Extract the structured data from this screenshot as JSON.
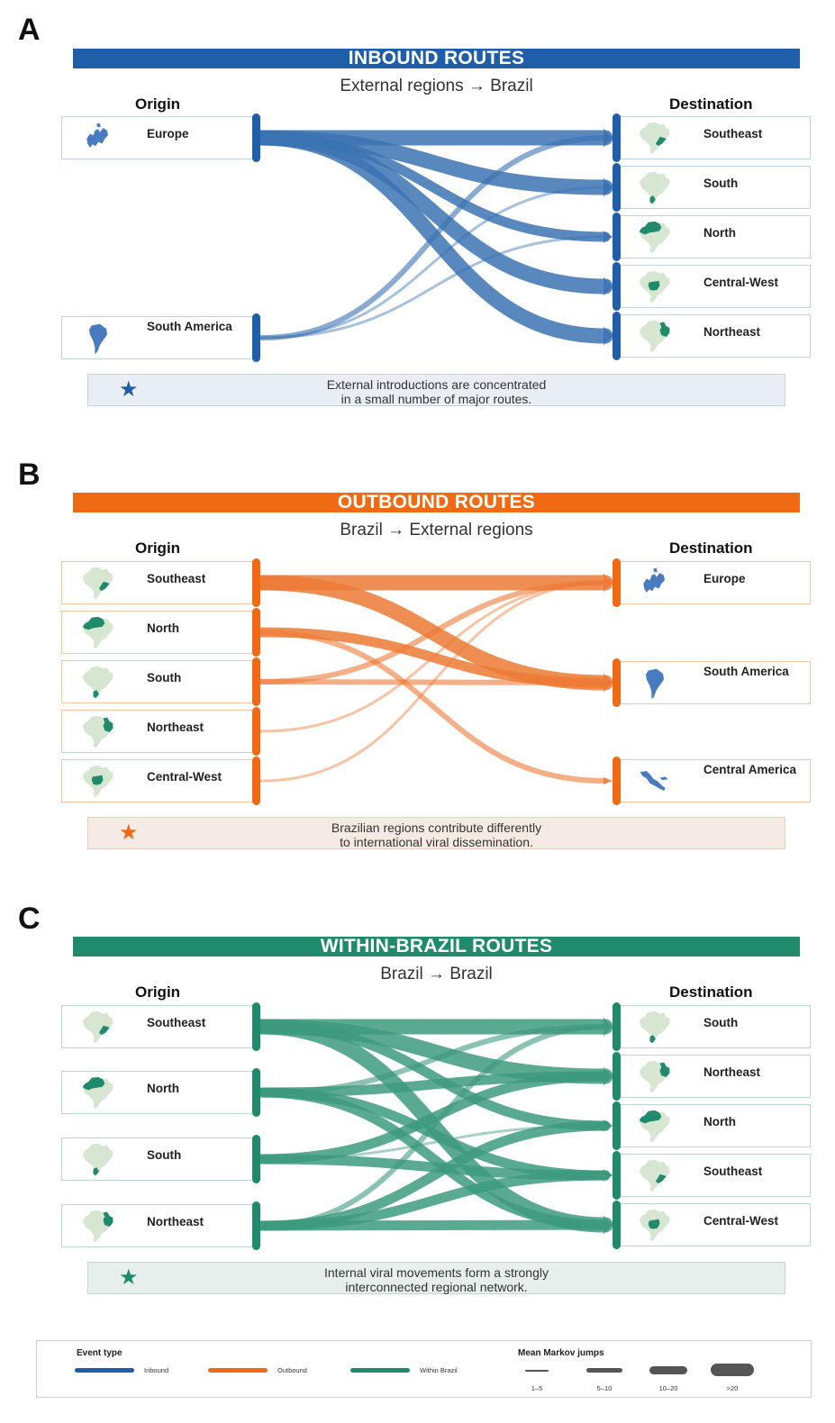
{
  "colors": {
    "inbound": "#1f5ea8",
    "inbound_flow": "#3b73b2",
    "outbound": "#ef6a13",
    "outbound_flow": "#ec7a35",
    "within": "#1f8a6c",
    "within_flow": "#3d9a7e",
    "map_light": "#d7e6d1",
    "map_dark": "#1f8a6c",
    "map_blue": "#4a7bc0"
  },
  "column_headers": {
    "origin": "Origin",
    "destination": "Destination"
  },
  "panels": [
    {
      "letter": "A",
      "banner": "INBOUND ROUTES",
      "subtitle": "External regions → Brazil",
      "origins": [
        {
          "label": "Europe",
          "icon": "europe-map-icon"
        },
        {
          "label": "South America",
          "icon": "south-america-map-icon"
        }
      ],
      "destinations": [
        {
          "label": "Southeast",
          "icon": "brazil-southeast-map-icon"
        },
        {
          "label": "South",
          "icon": "brazil-south-map-icon"
        },
        {
          "label": "North",
          "icon": "brazil-north-map-icon"
        },
        {
          "label": "Central-West",
          "icon": "brazil-central-west-map-icon"
        },
        {
          "label": "Northeast",
          "icon": "brazil-northeast-map-icon"
        }
      ],
      "routes": [
        {
          "from": "Europe",
          "to": "Southeast",
          "jumps": ">20"
        },
        {
          "from": "Europe",
          "to": "South",
          "jumps": ">20"
        },
        {
          "from": "Europe",
          "to": "North",
          "jumps": "10–20"
        },
        {
          "from": "Europe",
          "to": "Central-West",
          "jumps": ">20"
        },
        {
          "from": "Europe",
          "to": "Northeast",
          "jumps": ">20"
        },
        {
          "from": "South America",
          "to": "Southeast",
          "jumps": "5–10"
        },
        {
          "from": "South America",
          "to": "South",
          "jumps": "1–5"
        },
        {
          "from": "South America",
          "to": "North",
          "jumps": "1–5"
        }
      ],
      "note": "External introductions are concentrated\nin a small number of major routes."
    },
    {
      "letter": "B",
      "banner": "OUTBOUND ROUTES",
      "subtitle": "Brazil → External regions",
      "origins": [
        {
          "label": "Southeast",
          "icon": "brazil-southeast-map-icon"
        },
        {
          "label": "North",
          "icon": "brazil-north-map-icon"
        },
        {
          "label": "South",
          "icon": "brazil-south-map-icon"
        },
        {
          "label": "Northeast",
          "icon": "brazil-northeast-map-icon"
        },
        {
          "label": "Central-West",
          "icon": "brazil-central-west-map-icon"
        }
      ],
      "destinations": [
        {
          "label": "Europe",
          "icon": "europe-map-icon"
        },
        {
          "label": "South America",
          "icon": "south-america-map-icon"
        },
        {
          "label": "Central America",
          "icon": "central-america-map-icon"
        }
      ],
      "routes": [
        {
          "from": "Southeast",
          "to": "Europe",
          "jumps": ">20"
        },
        {
          "from": "Southeast",
          "to": "South America",
          "jumps": ">20"
        },
        {
          "from": "North",
          "to": "South America",
          "jumps": "10–20"
        },
        {
          "from": "North",
          "to": "Central America",
          "jumps": "5–10"
        },
        {
          "from": "South",
          "to": "Europe",
          "jumps": "5–10"
        },
        {
          "from": "South",
          "to": "South America",
          "jumps": "5–10"
        },
        {
          "from": "Northeast",
          "to": "Europe",
          "jumps": "1–5"
        },
        {
          "from": "Central-West",
          "to": "Europe",
          "jumps": "1–5"
        }
      ],
      "note": "Brazilian regions contribute differently\nto international viral dissemination."
    },
    {
      "letter": "C",
      "banner": "WITHIN-BRAZIL ROUTES",
      "subtitle": "Brazil → Brazil",
      "origins": [
        {
          "label": "Southeast",
          "icon": "brazil-southeast-map-icon"
        },
        {
          "label": "North",
          "icon": "brazil-north-map-icon"
        },
        {
          "label": "South",
          "icon": "brazil-south-map-icon"
        },
        {
          "label": "Northeast",
          "icon": "brazil-northeast-map-icon"
        }
      ],
      "destinations": [
        {
          "label": "South",
          "icon": "brazil-south-map-icon"
        },
        {
          "label": "Northeast",
          "icon": "brazil-northeast-map-icon"
        },
        {
          "label": "North",
          "icon": "brazil-north-map-icon"
        },
        {
          "label": "Southeast",
          "icon": "brazil-southeast-map-icon"
        },
        {
          "label": "Central-West",
          "icon": "brazil-central-west-map-icon"
        }
      ],
      "routes": [
        {
          "from": "Southeast",
          "to": "South",
          "jumps": ">20"
        },
        {
          "from": "Southeast",
          "to": "Northeast",
          "jumps": ">20"
        },
        {
          "from": "Southeast",
          "to": "North",
          "jumps": "10–20"
        },
        {
          "from": "Southeast",
          "to": "Central-West",
          "jumps": ">20"
        },
        {
          "from": "North",
          "to": "South",
          "jumps": "5–10"
        },
        {
          "from": "North",
          "to": "Northeast",
          "jumps": "10–20"
        },
        {
          "from": "North",
          "to": "Southeast",
          "jumps": "10–20"
        },
        {
          "from": "North",
          "to": "Central-West",
          "jumps": "10–20"
        },
        {
          "from": "South",
          "to": "North",
          "jumps": "1–5"
        },
        {
          "from": "South",
          "to": "Northeast",
          "jumps": "10–20"
        },
        {
          "from": "South",
          "to": "Southeast",
          "jumps": "10–20"
        },
        {
          "from": "Northeast",
          "to": "South",
          "jumps": "5–10"
        },
        {
          "from": "Northeast",
          "to": "North",
          "jumps": "10–20"
        },
        {
          "from": "Northeast",
          "to": "Southeast",
          "jumps": "10–20"
        },
        {
          "from": "Northeast",
          "to": "Central-West",
          "jumps": "10–20"
        }
      ],
      "note": "Internal viral movements form a strongly\ninterconnected regional network."
    }
  ],
  "legend": {
    "event_type_title": "Event type",
    "event_types": [
      {
        "label": "Inbound",
        "color": "#1f5ea8"
      },
      {
        "label": "Outbound",
        "color": "#ef6a13"
      },
      {
        "label": "Within Brazil",
        "color": "#1f8a6c"
      }
    ],
    "jumps_title": "Mean Markov jumps",
    "jumps": [
      "1–5",
      "5–10",
      "10–20",
      ">20"
    ]
  }
}
